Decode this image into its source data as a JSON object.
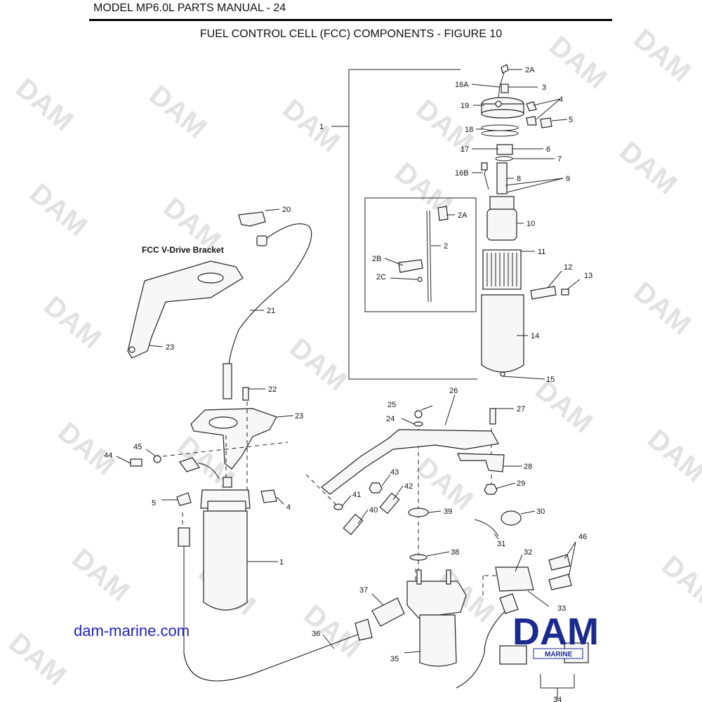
{
  "header": {
    "manual_title": "MODEL MP6.0L PARTS MANUAL - 24",
    "figure_title": "FUEL CONTROL CELL (FCC) COMPONENTS - FIGURE 10"
  },
  "watermark": {
    "text": "DAM"
  },
  "bracket_caption": "FCC V-Drive Bracket",
  "website": "dam-marine.com",
  "logo": {
    "main": "DAM",
    "sub": "MARINE",
    "color": "#1a2a8f"
  },
  "callouts": {
    "c1a": "1",
    "c2": "2",
    "c2a_top": "2A",
    "c2a_inset": "2A",
    "c2b": "2B",
    "c2c": "2C",
    "c3": "3",
    "c4_top": "4",
    "c5_top": "5",
    "c6": "6",
    "c7": "7",
    "c8": "8",
    "c9": "9",
    "c10": "10",
    "c11": "11",
    "c12": "12",
    "c13": "13",
    "c14": "14",
    "c15": "15",
    "c16a": "16A",
    "c16b": "16B",
    "c17": "17",
    "c18": "18",
    "c19": "19",
    "c20": "20",
    "c21": "21",
    "c22": "22",
    "c23_top": "23",
    "c23_mid": "23",
    "c24": "24",
    "c25": "25",
    "c26": "26",
    "c27": "27",
    "c28": "28",
    "c29": "29",
    "c30": "30",
    "c31": "31",
    "c32": "32",
    "c33": "33",
    "c34": "34",
    "c35": "35",
    "c36": "36",
    "c37": "37",
    "c38": "38",
    "c39": "39",
    "c40": "40",
    "c41": "41",
    "c42": "42",
    "c43": "43",
    "c44": "44",
    "c45": "45",
    "c46": "46",
    "c1b": "1",
    "c4_bot": "4",
    "c5_bot": "5"
  }
}
